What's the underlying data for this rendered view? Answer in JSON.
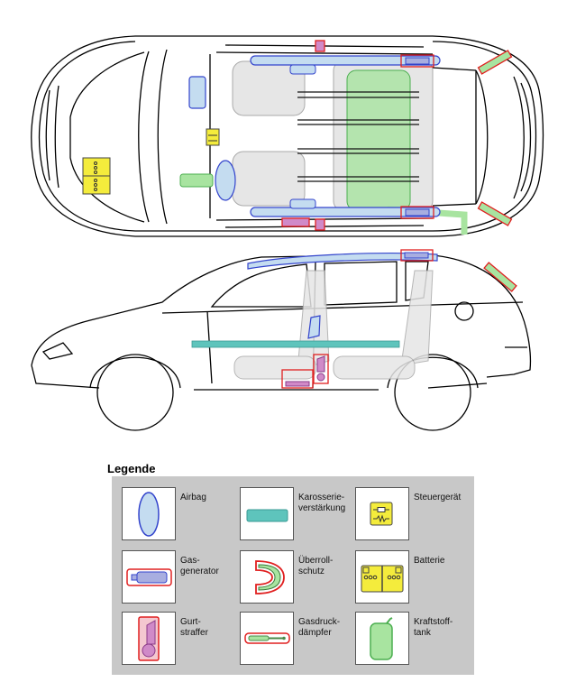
{
  "diagram": {
    "views": [
      "top-view",
      "side-view"
    ],
    "colors": {
      "outline": "#000000",
      "airbag_fill": "#c4dcf0",
      "airbag_stroke": "#3344cc",
      "reinforcement": "#5ec4bc",
      "reinforcement_stroke": "#3a9a94",
      "control_unit_fill": "#f4ec3c",
      "battery_fill": "#f4ec3c",
      "tank_fill": "#a8e4a0",
      "tank_stroke": "#4caf50",
      "warning_red": "#e02020",
      "gas_generator_fill": "#a8aee0",
      "belt_tensioner_fill": "#d08ac8",
      "seat_fill": "#e6e6e6",
      "seat_stroke": "#aaaaaa",
      "legend_bg": "#c8c8c8"
    }
  },
  "legend": {
    "title": "Legende",
    "items": [
      {
        "key": "airbag",
        "label": "Airbag"
      },
      {
        "key": "reinforcement",
        "label": "Karosserie-\nverstärkung"
      },
      {
        "key": "control-unit",
        "label": "Steuergerät"
      },
      {
        "key": "gas-generator",
        "label": "Gas-\ngenerator"
      },
      {
        "key": "rollover-protection",
        "label": "Überroll-\nschutz"
      },
      {
        "key": "battery",
        "label": "Batterie"
      },
      {
        "key": "belt-tensioner",
        "label": "Gurt-\nstraffer"
      },
      {
        "key": "gas-strut",
        "label": "Gasdruck-\ndämpfer"
      },
      {
        "key": "fuel-tank",
        "label": "Kraftstoff-\ntank"
      }
    ]
  }
}
